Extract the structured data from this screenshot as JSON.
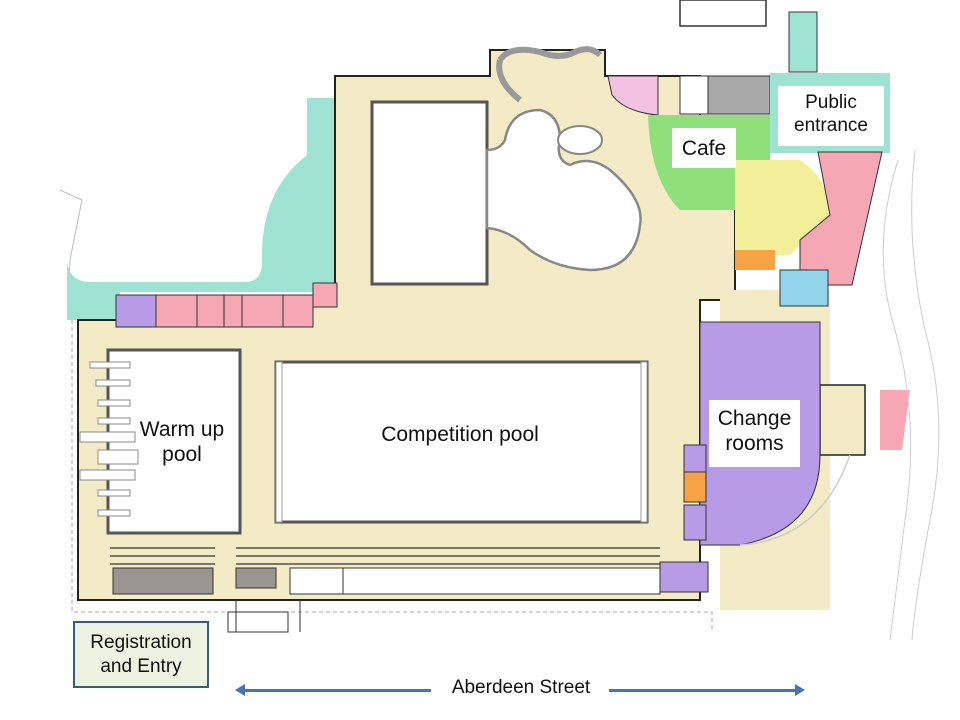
{
  "plan": {
    "colors": {
      "concourse": "#f2ebc6",
      "landscape": "#9ee3d2",
      "cafe": "#8fe07a",
      "offices": "#f5a7b4",
      "change_rooms": "#b79be6",
      "first_aid": "#f6a346",
      "reception": "#f3ee9a",
      "plant": "#a8a8a8",
      "kiosk": "#f3c2e0",
      "info": "#92d4ea",
      "water": "#ffffff",
      "street_arrow": "#4a74b0",
      "registration_fill": "#eef2e0",
      "registration_border": "#3a5a86"
    }
  },
  "labels": {
    "public_entrance_line1": "Public",
    "public_entrance_line2": "entrance",
    "cafe": "Cafe",
    "warm_up_line1": "Warm up",
    "warm_up_line2": "pool",
    "competition_pool": "Competition pool",
    "change_rooms_line1": "Change",
    "change_rooms_line2": "rooms",
    "registration_line1": "Registration",
    "registration_line2": "and Entry",
    "street": "Aberdeen Street"
  }
}
